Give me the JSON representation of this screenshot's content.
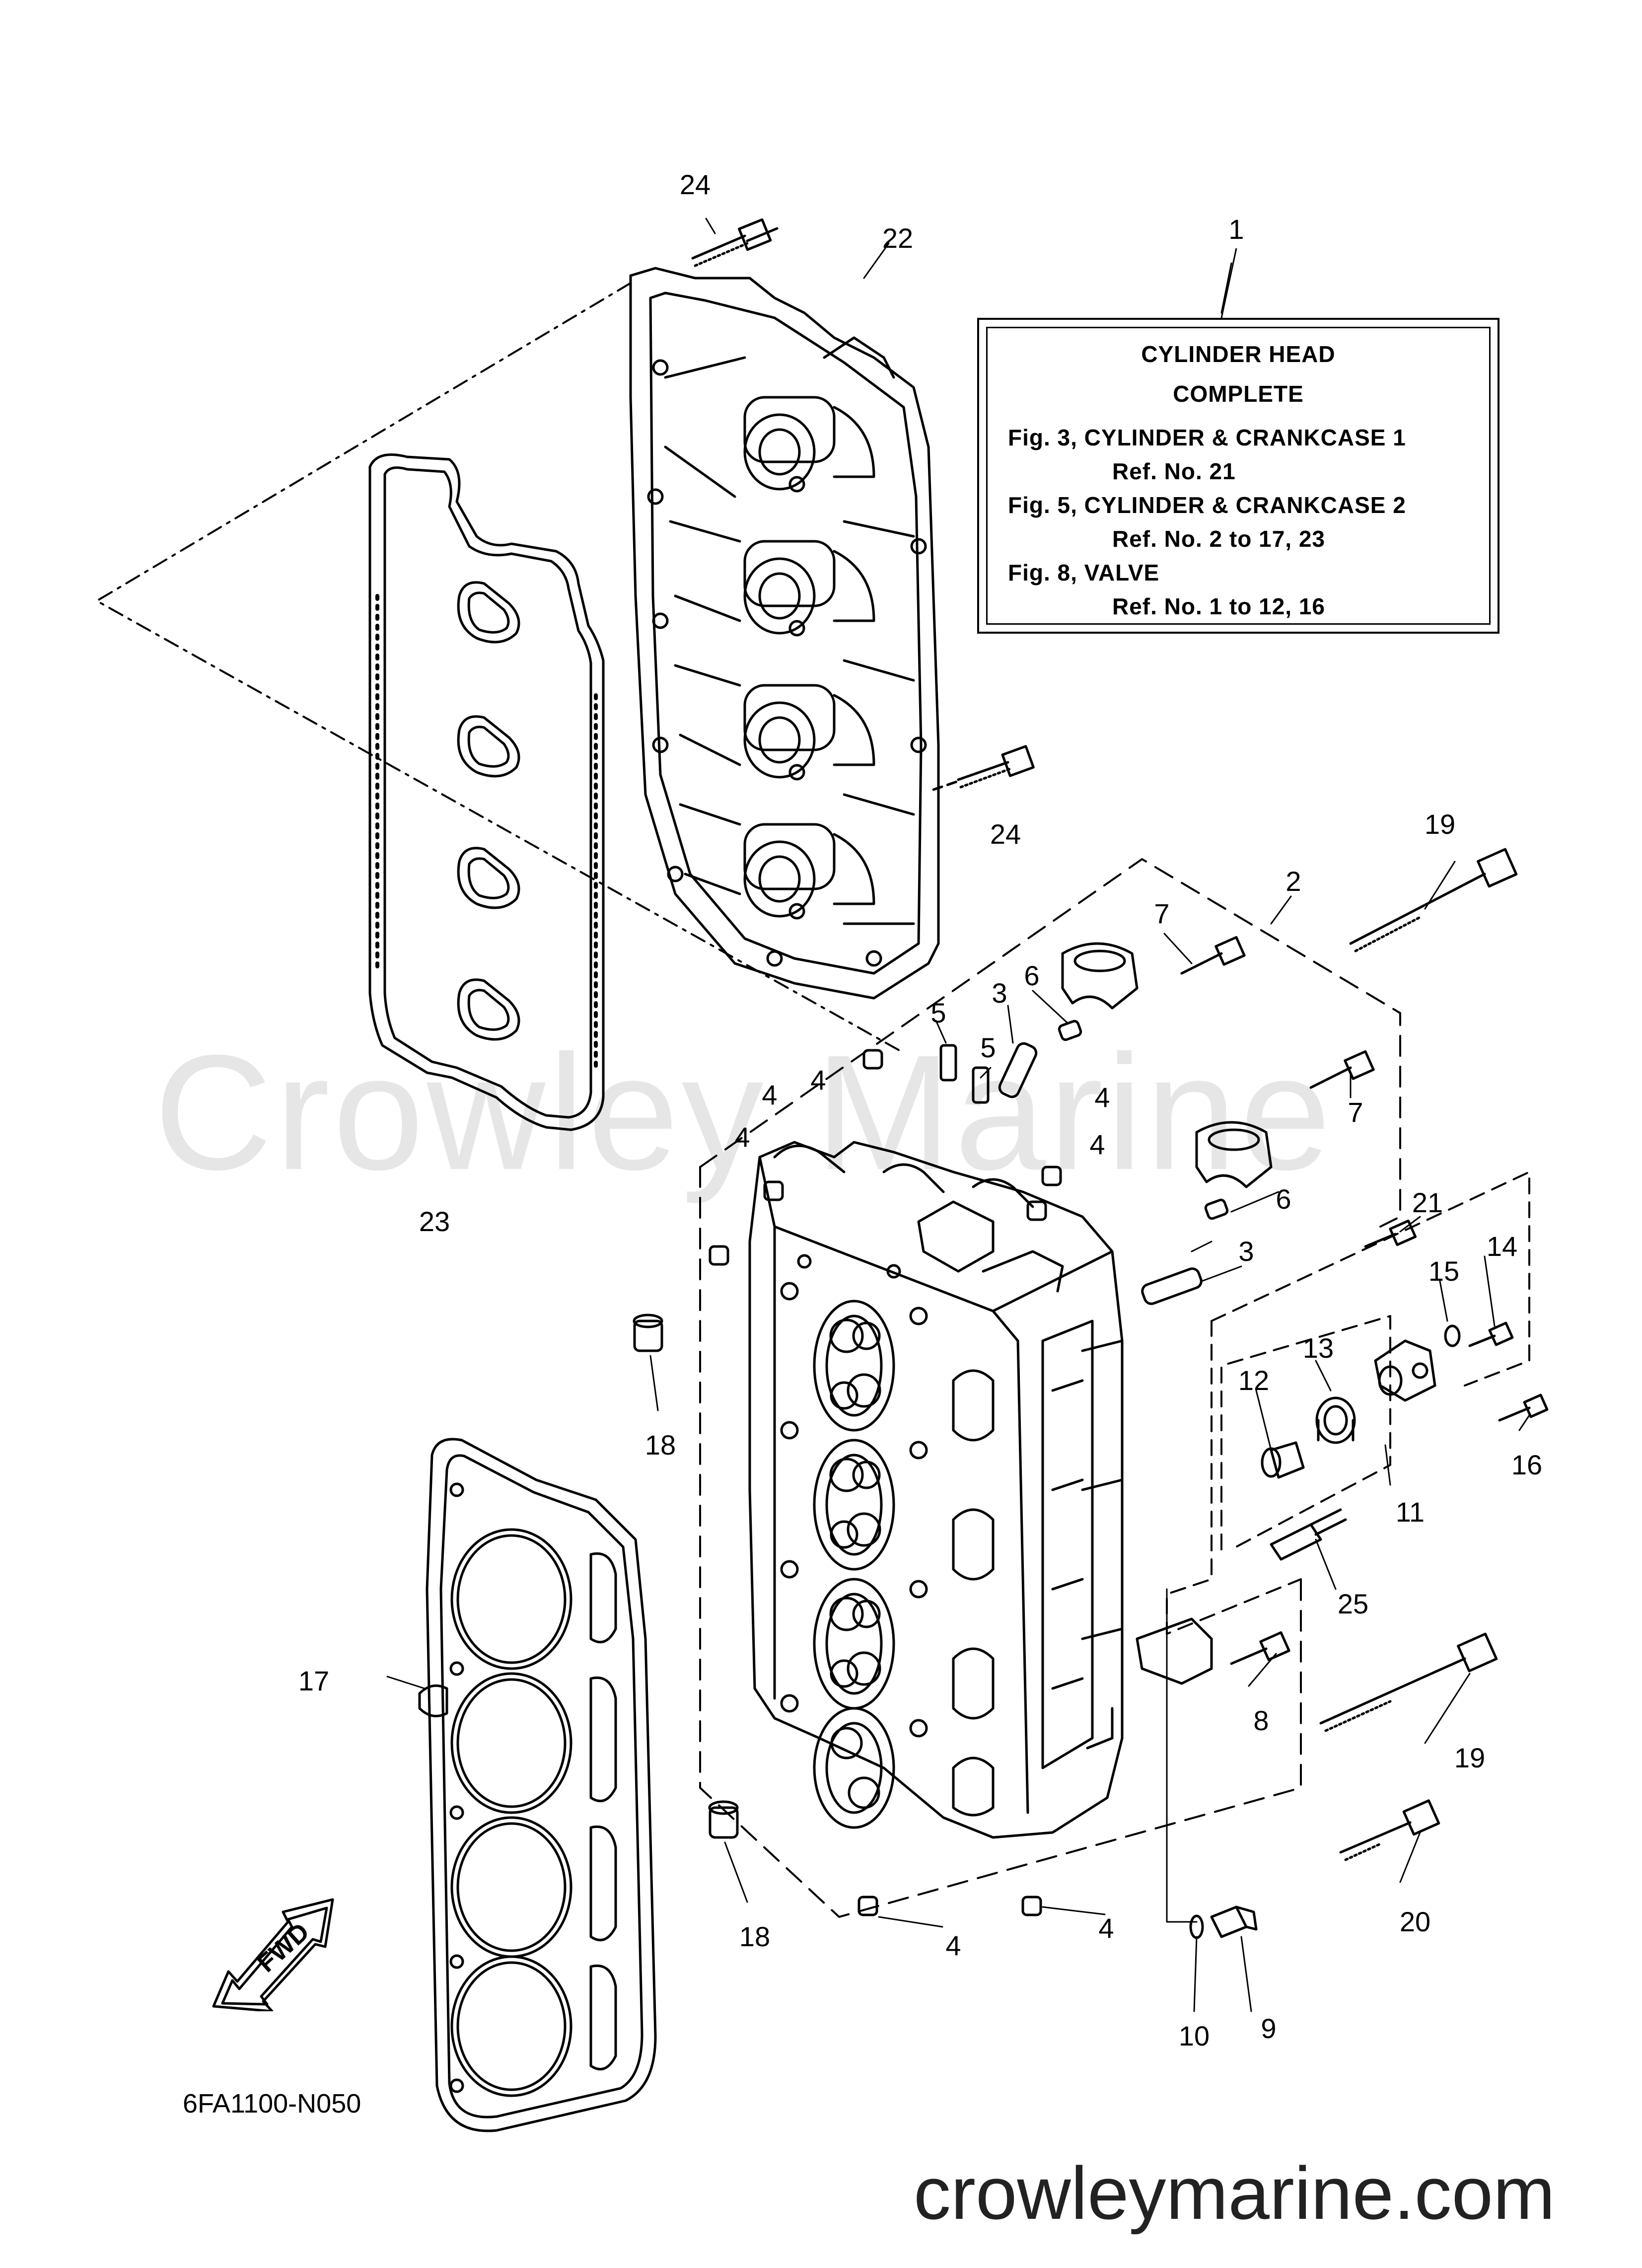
{
  "watermark": "Crowley Marine",
  "site": "crowleymarine.com",
  "part_code": "6FA1100-N050",
  "fwd_label": "FWD",
  "note": {
    "ref": "1",
    "title_line1": "CYLINDER HEAD",
    "title_line2": "COMPLETE",
    "lines": [
      "Fig. 3, CYLINDER & CRANKCASE 1",
      "Ref. No. 21",
      "Fig. 5, CYLINDER & CRANKCASE 2",
      "Ref. No. 2 to 17, 23",
      "Fig. 8, VALVE",
      "Ref. No. 1 to 12, 16"
    ]
  },
  "callouts": [
    {
      "id": "c24a",
      "label": "24"
    },
    {
      "id": "c22",
      "label": "22"
    },
    {
      "id": "c24b",
      "label": "24"
    },
    {
      "id": "c19a",
      "label": "19"
    },
    {
      "id": "c2",
      "label": "2"
    },
    {
      "id": "c7a",
      "label": "7"
    },
    {
      "id": "c6a",
      "label": "6"
    },
    {
      "id": "c3a",
      "label": "3"
    },
    {
      "id": "c5a",
      "label": "5"
    },
    {
      "id": "c5b",
      "label": "5"
    },
    {
      "id": "c4a",
      "label": "4"
    },
    {
      "id": "c4b",
      "label": "4"
    },
    {
      "id": "c4c",
      "label": "4"
    },
    {
      "id": "c4d",
      "label": "4"
    },
    {
      "id": "c4e",
      "label": "4"
    },
    {
      "id": "c7b",
      "label": "7"
    },
    {
      "id": "c6b",
      "label": "6"
    },
    {
      "id": "c21",
      "label": "21"
    },
    {
      "id": "c23",
      "label": "23"
    },
    {
      "id": "c3b",
      "label": "3"
    },
    {
      "id": "c14",
      "label": "14"
    },
    {
      "id": "c15",
      "label": "15"
    },
    {
      "id": "c13",
      "label": "13"
    },
    {
      "id": "c12",
      "label": "12"
    },
    {
      "id": "c18a",
      "label": "18"
    },
    {
      "id": "c16",
      "label": "16"
    },
    {
      "id": "c11",
      "label": "11"
    },
    {
      "id": "c25",
      "label": "25"
    },
    {
      "id": "c17",
      "label": "17"
    },
    {
      "id": "c8",
      "label": "8"
    },
    {
      "id": "c19b",
      "label": "19"
    },
    {
      "id": "c20",
      "label": "20"
    },
    {
      "id": "c18b",
      "label": "18"
    },
    {
      "id": "c4f",
      "label": "4"
    },
    {
      "id": "c4g",
      "label": "4"
    },
    {
      "id": "c10",
      "label": "10"
    },
    {
      "id": "c9",
      "label": "9"
    }
  ]
}
